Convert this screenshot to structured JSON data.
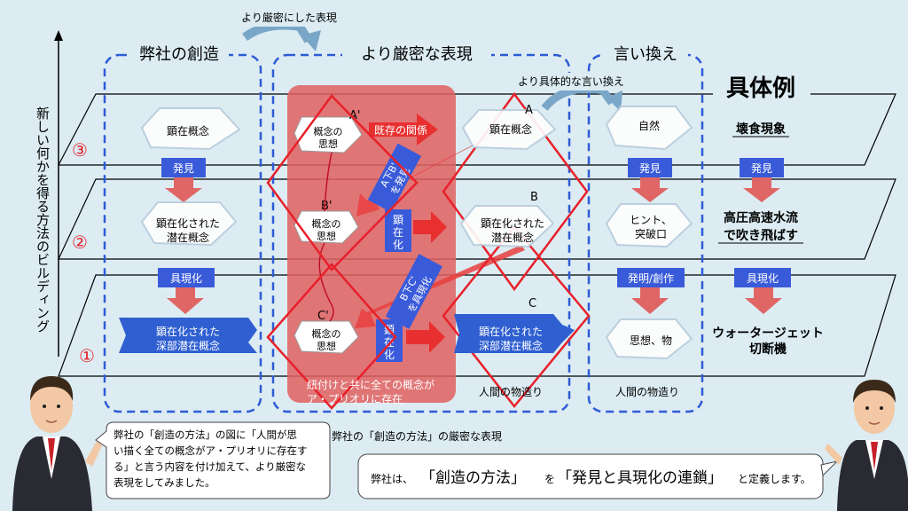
{
  "top_note": "より厳密にした表現",
  "axis_label": "新しい何かを得る方法のビルディング",
  "levels": [
    "③",
    "②",
    "①"
  ],
  "sections": {
    "company": "弊社の創造",
    "strict": "より厳密な表現",
    "rephrase": "言い換え",
    "example": "具体例"
  },
  "concrete_note": "より具体的な言い換え",
  "col1": {
    "top": "顕在概念",
    "mid": "顕在化された\n潜在概念",
    "bottom": "顕在化された\n深部潜在概念",
    "btn_discover": "発見",
    "btn_embody": "具現化"
  },
  "col2": {
    "a": "A'",
    "b": "B'",
    "c": "C'",
    "concept_a": "概念の\n思想",
    "concept_b": "概念の\n思想",
    "concept_c": "概念の\n思想",
    "existing": "既存の関係",
    "manifest1": "顕\n在\n化",
    "manifest2": "顕\n在\n化",
    "rot1": "A下B'\nを発見",
    "rot2": "B下C'\nを具現化",
    "footer": "紐付けと共に全ての概念が\nア・プリオリに存在"
  },
  "col3": {
    "a": "A",
    "b": "B",
    "c": "C",
    "top": "顕在概念",
    "mid": "顕在化された\n潜在概念",
    "bottom": "顕在化された\n深部潜在概念",
    "footer": "人間の物造り"
  },
  "col4": {
    "top": "自然",
    "mid": "ヒント、\n突破口",
    "bottom": "思想、物",
    "btn_discover": "発見",
    "btn_invent": "発明/創作",
    "footer": "人間の物造り"
  },
  "col5": {
    "top": "壊食現象",
    "mid": "高圧高速水流\nで吹き飛ばす",
    "bottom": "ウォータージェット\n切断機",
    "btn_discover": "発見",
    "btn_embody": "具現化"
  },
  "caption": "弊社の「創造の方法」の厳密な表現",
  "speech_left": "弊社の「創造の方法」の図に「人間が思\nい描く全ての概念がア・プリオリに存在す\nる」と言う内容を付け加えて、より厳密な\n表現をしてみました。",
  "speech_right": {
    "pre": "弊社は、",
    "q1": "「創造の方法」",
    "mid": "を",
    "q2": "「発見と具現化の連鎖」",
    "post": "と定義します。"
  },
  "colors": {
    "blue_btn": "#3a5bd9",
    "arrow": "#e06666",
    "red_line": "#e8202a",
    "dash": "#2e5bd6",
    "piece_blue": "#2f5fd0",
    "highlight": "#e06060"
  }
}
